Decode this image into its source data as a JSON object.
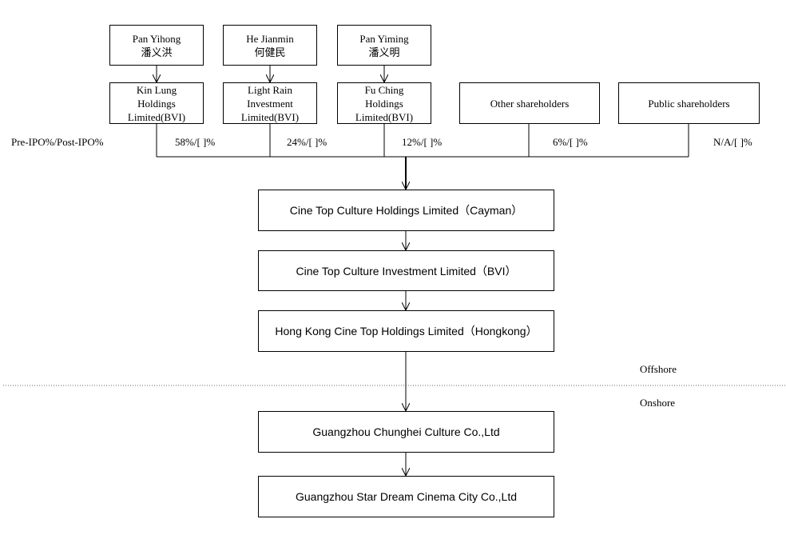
{
  "founders": [
    {
      "name": "Pan Yihong",
      "name_cn": "潘义洪"
    },
    {
      "name": "He Jianmin",
      "name_cn": "何健民"
    },
    {
      "name": "Pan Yiming",
      "name_cn": "潘义明"
    }
  ],
  "shareholders": [
    {
      "lines": [
        "Kin Lung",
        "Holdings",
        "Limited(BVI)"
      ],
      "pct": "58%/[ ]%"
    },
    {
      "lines": [
        "Light Rain",
        "Investment",
        "Limited(BVI)"
      ],
      "pct": "24%/[ ]%"
    },
    {
      "lines": [
        "Fu Ching",
        "Holdings",
        "Limited(BVI)"
      ],
      "pct": "12%/[ ]%"
    },
    {
      "lines": [
        "Other shareholders"
      ],
      "pct": "6%/[ ]%"
    },
    {
      "lines": [
        "Public shareholders"
      ],
      "pct": "N/A/[ ]%"
    }
  ],
  "pct_header": "Pre-IPO%/Post-IPO%",
  "entities": [
    "Cine Top Culture Holdings Limited（Cayman）",
    "Cine Top Culture Investment Limited（BVI）",
    "Hong Kong Cine Top Holdings Limited（Hongkong）",
    "Guangzhou Chunghei Culture Co.,Ltd",
    "Guangzhou Star Dream Cinema City Co.,Ltd"
  ],
  "zones": {
    "offshore": "Offshore",
    "onshore": "Onshore"
  }
}
